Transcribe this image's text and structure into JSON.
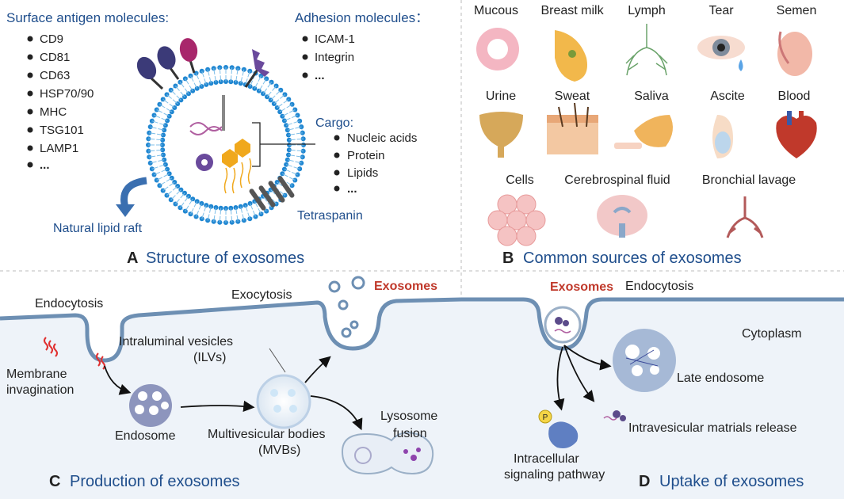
{
  "panel_a": {
    "letter": "A",
    "title": "Structure of exosomes",
    "surface_heading": "Surface antigen molecules:",
    "surface_items": [
      "CD9",
      "CD81",
      "CD63",
      "HSP70/90",
      "MHC",
      "TSG101",
      "LAMP1",
      "..."
    ],
    "adhesion_heading": "Adhesion molecules：",
    "adhesion_items": [
      "ICAM-1",
      "Integrin",
      "..."
    ],
    "cargo_heading": "Cargo:",
    "cargo_items": [
      "Nucleic acids",
      "Protein",
      "Lipids",
      "..."
    ],
    "tetraspanin": "Tetraspanin",
    "lipid_raft": "Natural lipid raft"
  },
  "panel_b": {
    "letter": "B",
    "title": "Common sources of exosomes",
    "row1": [
      "Mucous",
      "Breast milk",
      "Lymph",
      "Tear",
      "Semen"
    ],
    "row2": [
      "Urine",
      "Sweat",
      "Saliva",
      "Ascite",
      "Blood"
    ],
    "row3": [
      "Cells",
      "Cerebrospinal fluid",
      "Bronchial lavage"
    ]
  },
  "panel_c": {
    "letter": "C",
    "title": "Production of exosomes",
    "endocytosis": "Endocytosis",
    "exocytosis": "Exocytosis",
    "exosomes": "Exosomes",
    "membrane_1": "Membrane",
    "membrane_2": "invagination",
    "ilv_1": "Intraluminal vesicles",
    "ilv_2": "(ILVs)",
    "endosome": "Endosome",
    "mvb_1": "Multivesicular bodies",
    "mvb_2": "(MVBs)",
    "lysosome_1": "Lysosome",
    "lysosome_2": "fusion"
  },
  "panel_d": {
    "letter": "D",
    "title": "Uptake of exosomes",
    "exosomes": "Exosomes",
    "endocytosis": "Endocytosis",
    "cytoplasm": "Cytoplasm",
    "late_endosome": "Late endosome",
    "release": "Intravesicular matrials release",
    "signal_1": "Intracellular",
    "signal_2": "signaling pathway",
    "p_badge": "P"
  },
  "colors": {
    "accent_blue": "#1f4e8c",
    "exosome_red": "#c0392b",
    "cell_fill": "#eef3f9",
    "membrane": "#6d8fb3"
  }
}
